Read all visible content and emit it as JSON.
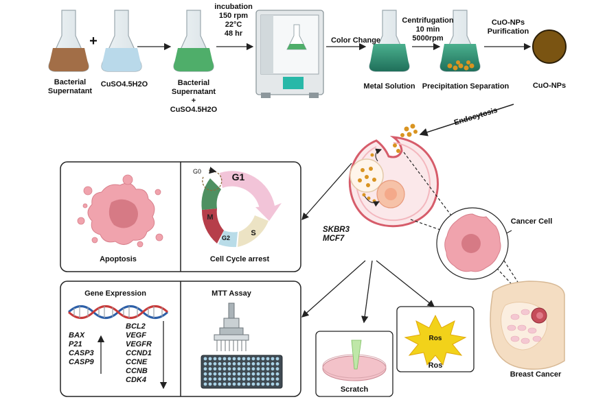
{
  "top": {
    "flask1": "Bacterial\nSupernatant",
    "plus": "+",
    "flask2": "CuSO4.5H2O",
    "flask3": "Bacterial\nSupernatant\n+\nCuSO4.5H2O",
    "incubation": "incubation\n150 rpm\n22°C\n48 hr",
    "color_change": "Color Change",
    "metal_solution": "Metal Solution",
    "centrifugation": "Centrifugation\n10 min\n5000rpm",
    "precipitation": "Precipitation Separation",
    "purification": "CuO-NPs\nPurification",
    "cuo_nps": "CuO-NPs"
  },
  "endocytosis": "Endocytosis",
  "cell_lines": "SKBR3\nMCF7",
  "cancer_cell": "Cancer Cell",
  "breast_cancer": "Breast Cancer",
  "panel_top": {
    "apoptosis": "Apoptosis",
    "cell_cycle": "Cell Cycle arrest",
    "phases": {
      "g0": "G0",
      "g1": "G1",
      "s": "S",
      "g2": "G2",
      "m": "M"
    }
  },
  "panel_bottom": {
    "gene_title": "Gene Expression",
    "up_genes": "BAX\nP21\nCASP3\nCASP9",
    "down_genes": "BCL2\nVEGF\nVEGFR\nCCND1\nCCNE\nCCNB\nCDK4",
    "mtt_title": "MTT Assay"
  },
  "scratch": "Scratch",
  "ros_star": "Ros",
  "ros_label": "Ros",
  "colors": {
    "brown_liquid": "#a26e47",
    "blue_liquid": "#b9d9ea",
    "green_liquid": "#4fae6a",
    "teal_liquid": "#2f8f77",
    "cuo_dot": "#7a5412",
    "cell_pink": "#f0a3ad",
    "nucleus": "#d67a85",
    "orange_np": "#d99421"
  }
}
